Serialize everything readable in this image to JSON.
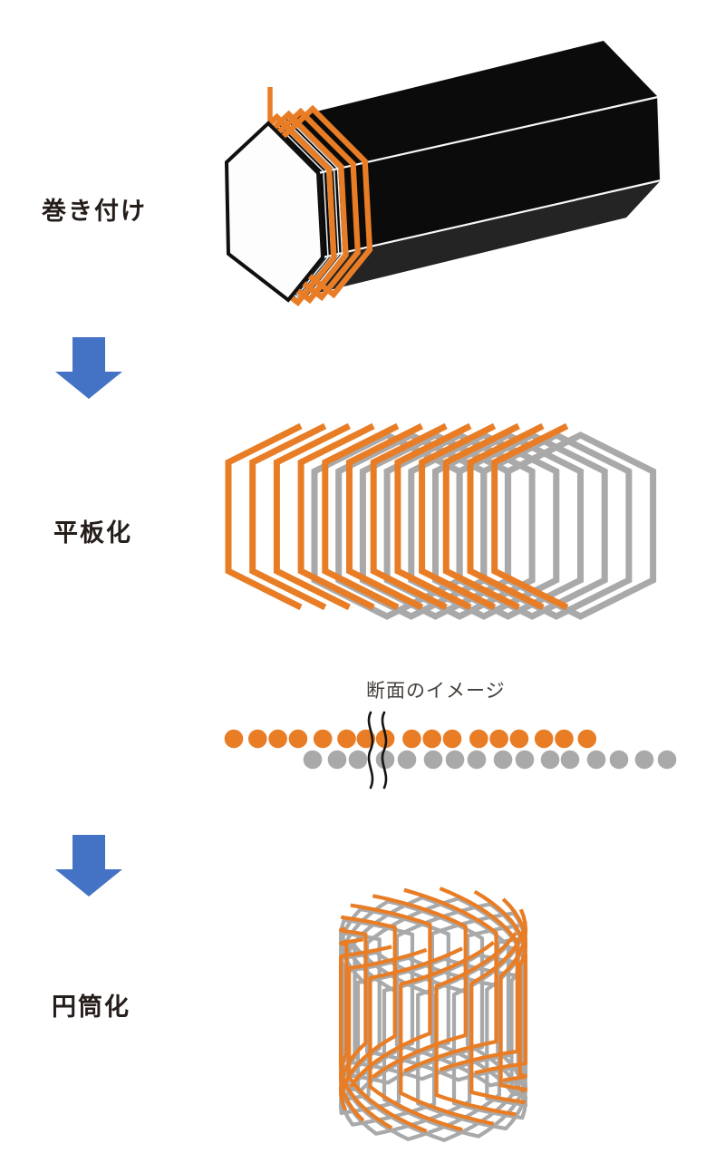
{
  "steps": [
    {
      "id": "winding",
      "label": "巻き付け"
    },
    {
      "id": "flattening",
      "label": "平板化"
    },
    {
      "id": "cylinderizing",
      "label": "円筒化"
    }
  ],
  "cross_section": {
    "caption": "断面のイメージ"
  },
  "colors": {
    "coil_orange": "#e87d26",
    "coil_gray": "#a9a9a9",
    "arrow_blue": "#4472c4",
    "text_dark": "#241d1a",
    "prism_black": "#0b0b0b",
    "prism_bottom_face": "#242424",
    "prism_face_fill": "#fdfdfd",
    "squiggle_black": "#141414",
    "background": "#ffffff"
  },
  "figures": {
    "winding_prism": {
      "coil_turns": 4
    },
    "flat_coil": {
      "orange_loops": 12,
      "gray_loops": 9
    },
    "cross_section_dots": {
      "orange_dots": 17,
      "gray_dots": 16
    },
    "cylinder_coil": {
      "orange_loops": 16,
      "gray_loops": 16
    }
  }
}
